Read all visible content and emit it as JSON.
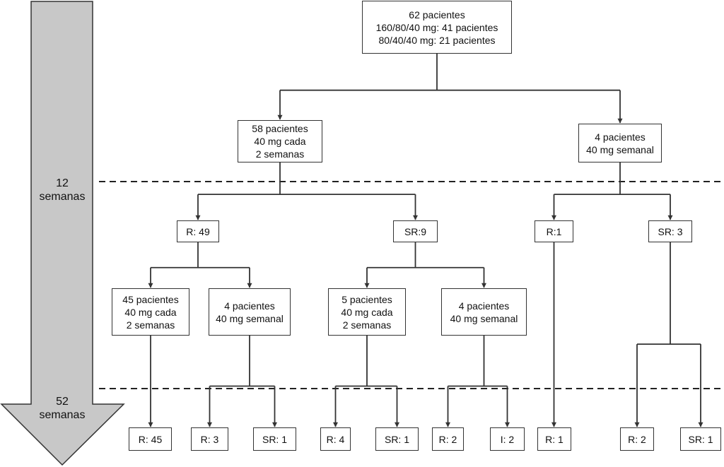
{
  "timeline": {
    "labels": [
      {
        "id": "w12",
        "lines": [
          "12",
          "semanas"
        ]
      },
      {
        "id": "w52",
        "lines": [
          "52",
          "semanas"
        ]
      }
    ]
  },
  "nodes": [
    {
      "id": "root",
      "lines": [
        "62 pacientes",
        "160/80/40 mg: 41 pacientes",
        "80/40/40 mg: 21 pacientes"
      ]
    },
    {
      "id": "b58",
      "lines": [
        "58 pacientes",
        "40 mg cada",
        "2 semanas"
      ]
    },
    {
      "id": "b4",
      "lines": [
        "4 pacientes",
        "40 mg semanal"
      ]
    },
    {
      "id": "r49",
      "lines": [
        "R: 49"
      ]
    },
    {
      "id": "sr9",
      "lines": [
        "SR:9"
      ]
    },
    {
      "id": "r1a",
      "lines": [
        "R:1"
      ]
    },
    {
      "id": "sr3",
      "lines": [
        "SR: 3"
      ]
    },
    {
      "id": "p45",
      "lines": [
        "45 pacientes",
        "40 mg cada",
        "2 semanas"
      ]
    },
    {
      "id": "p4a",
      "lines": [
        "4 pacientes",
        "40 mg semanal"
      ]
    },
    {
      "id": "p5",
      "lines": [
        "5 pacientes",
        "40 mg cada",
        "2 semanas"
      ]
    },
    {
      "id": "p4b",
      "lines": [
        "4 pacientes",
        "40 mg semanal"
      ]
    },
    {
      "id": "o_r45",
      "lines": [
        "R: 45"
      ]
    },
    {
      "id": "o_r3",
      "lines": [
        "R: 3"
      ]
    },
    {
      "id": "o_sr1a",
      "lines": [
        "SR: 1"
      ]
    },
    {
      "id": "o_r4",
      "lines": [
        "R: 4"
      ]
    },
    {
      "id": "o_sr1b",
      "lines": [
        "SR: 1"
      ]
    },
    {
      "id": "o_r2a",
      "lines": [
        "R: 2"
      ]
    },
    {
      "id": "o_i2",
      "lines": [
        "I: 2"
      ]
    },
    {
      "id": "o_r1b",
      "lines": [
        "R: 1"
      ]
    },
    {
      "id": "o_r2b",
      "lines": [
        "R: 2"
      ]
    },
    {
      "id": "o_sr1c",
      "lines": [
        "SR: 1"
      ]
    }
  ],
  "edges": [
    {
      "from": "root",
      "to": "b58"
    },
    {
      "from": "root",
      "to": "b4"
    },
    {
      "from": "b58",
      "to": "r49"
    },
    {
      "from": "b58",
      "to": "sr9"
    },
    {
      "from": "b4",
      "to": "r1a"
    },
    {
      "from": "b4",
      "to": "sr3"
    },
    {
      "from": "r49",
      "to": "p45"
    },
    {
      "from": "r49",
      "to": "p4a"
    },
    {
      "from": "sr9",
      "to": "p5"
    },
    {
      "from": "sr9",
      "to": "p4b"
    },
    {
      "from": "r1a",
      "to": "o_r1b"
    },
    {
      "from": "sr3",
      "to": "o_r2b"
    },
    {
      "from": "sr3",
      "to": "o_sr1c"
    },
    {
      "from": "p45",
      "to": "o_r45"
    },
    {
      "from": "p4a",
      "to": "o_r3"
    },
    {
      "from": "p4a",
      "to": "o_sr1a"
    },
    {
      "from": "p5",
      "to": "o_r4"
    },
    {
      "from": "p5",
      "to": "o_sr1b"
    },
    {
      "from": "p4b",
      "to": "o_r2a"
    },
    {
      "from": "p4b",
      "to": "o_i2"
    }
  ],
  "colors": {
    "stroke": "#333333",
    "arrow_fill": "#c8c8c8",
    "dash": "#222222"
  }
}
